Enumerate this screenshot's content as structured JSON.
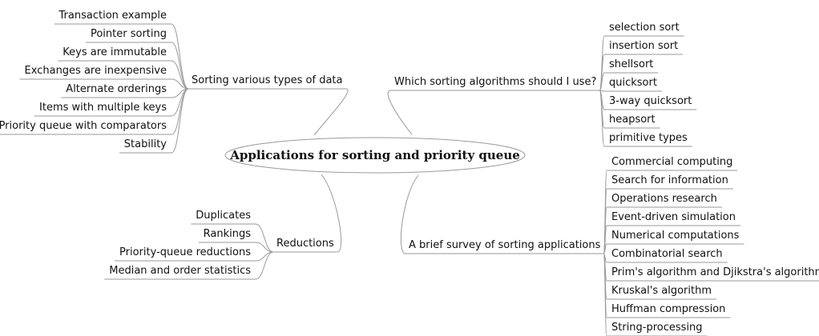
{
  "central": "Applications for sorting and priority queue",
  "branches": [
    {
      "key": "sorting_data",
      "label": "Sorting various types of data",
      "items": [
        "Transaction example",
        "Pointer sorting",
        "Keys are immutable",
        "Exchanges are inexpensive",
        "Alternate orderings",
        "Items with multiple keys",
        "Priority queue with comparators",
        "Stability"
      ]
    },
    {
      "key": "which_algorithms",
      "label": "Which sorting algorithms should I use?",
      "items": [
        "selection sort",
        "insertion sort",
        "shellsort",
        "quicksort",
        "3-way quicksort",
        "heapsort",
        "primitive types"
      ]
    },
    {
      "key": "reductions",
      "label": "Reductions",
      "items": [
        "Duplicates",
        "Rankings",
        "Priority-queue reductions",
        "Median and order statistics"
      ]
    },
    {
      "key": "survey",
      "label": "A brief survey of sorting applications",
      "items": [
        "Commercial computing",
        "Search for information",
        "Operations research",
        "Event-driven simulation",
        "Numerical computations",
        "Combinatorial search",
        "Prim's algorithm and Djikstra's algorithm",
        "Kruskal's algorithm",
        "Huffman compression",
        "String-processing"
      ]
    }
  ]
}
